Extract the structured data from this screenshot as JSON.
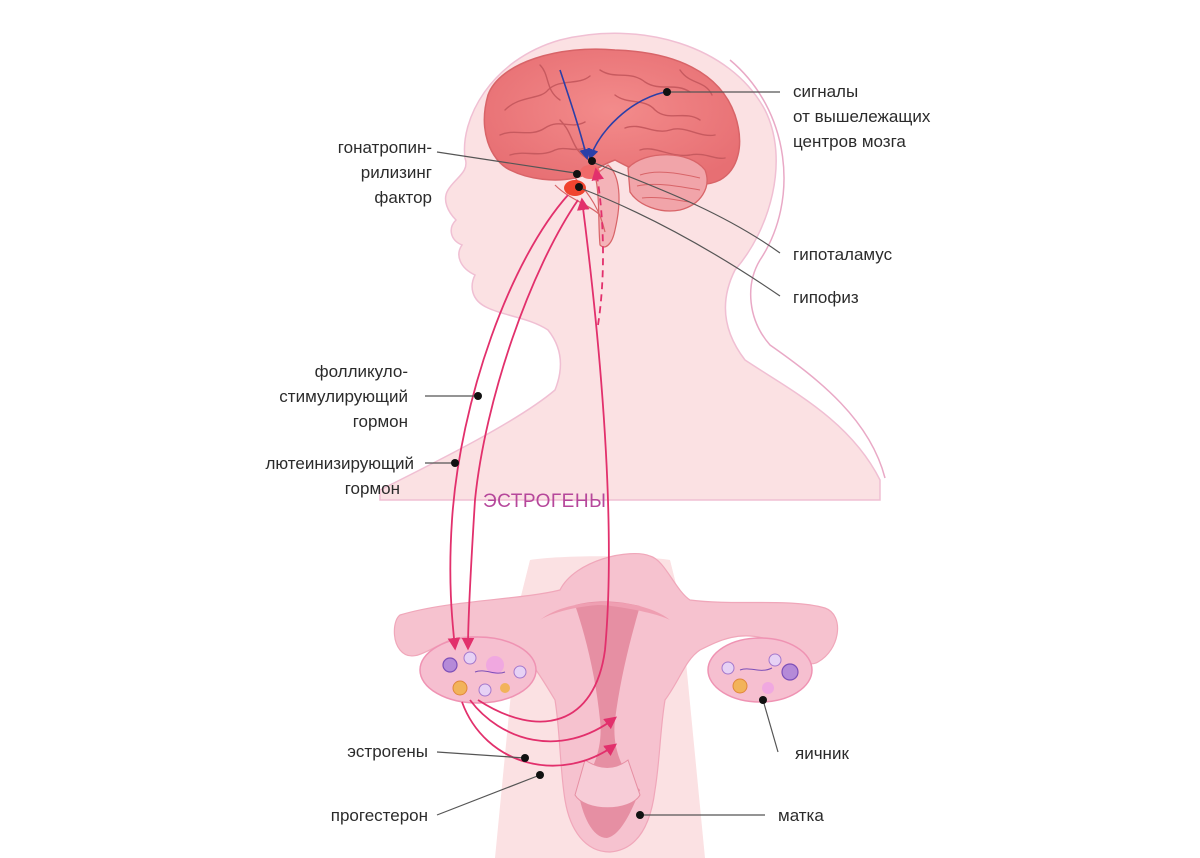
{
  "labels": {
    "upper_signals": [
      "сигналы",
      "от вышележащих",
      "центров мозга"
    ],
    "gnrh": [
      "гонатропин-",
      "рилизинг",
      "фактор"
    ],
    "hypothalamus": "гипоталамус",
    "pituitary": "гипофиз",
    "fsh": [
      "фолликуло-",
      "стимулирующий",
      "гормон"
    ],
    "lh": [
      "лютеинизирующий",
      "гормон"
    ],
    "estrogens_center": "ЭСТРОГЕНЫ",
    "estrogens": "эстрогены",
    "progesterone": "прогестерон",
    "ovary": "яичник",
    "uterus": "матка"
  },
  "colors": {
    "skin": "#fbe1e3",
    "skin_outline": "#e9a9c6",
    "brain": "#ef7f80",
    "brain_lines": "#c75a5f",
    "cerebellum": "#f1a4a9",
    "hormone_arrow": "#e2306c",
    "signal_arrow": "#2b3fa8",
    "estrogen_text": "#b6479b",
    "uterus": "#f2a9b8",
    "uterus_inner": "#e68fa3",
    "ovary": "#f6bfd0",
    "pointer_line": "#555555",
    "dot": "#111111"
  }
}
